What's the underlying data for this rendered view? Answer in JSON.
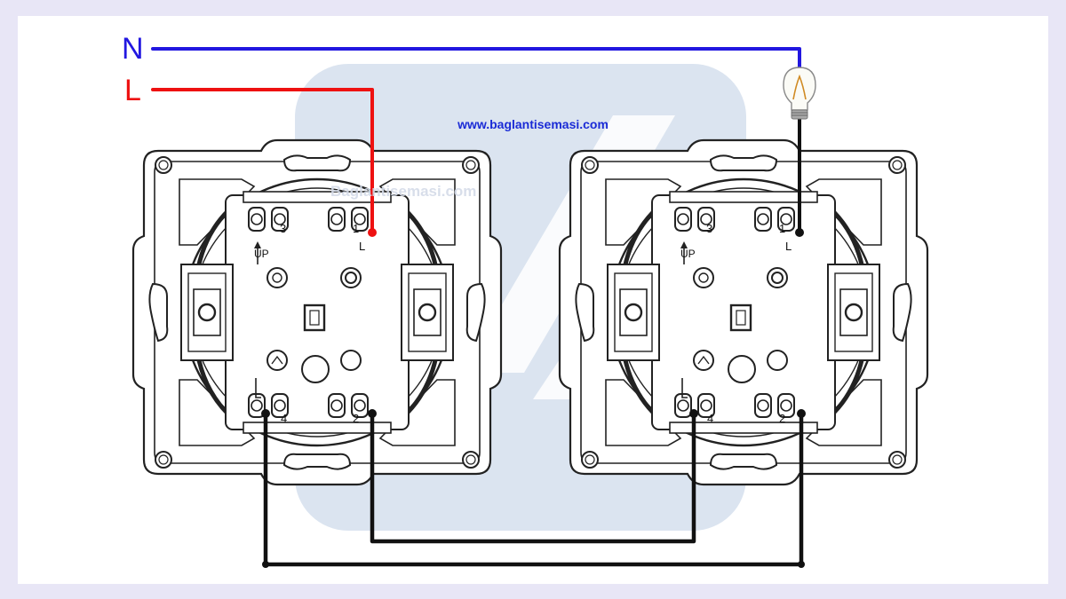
{
  "title_url": "www.baglantisemasi.com",
  "watermark_text": "Baglantisemasi.com",
  "lines": {
    "neutral": {
      "label": "N",
      "color": "#2217e0"
    },
    "live": {
      "label": "L",
      "color": "#ee1111"
    }
  },
  "switch_left": {
    "terminals": [
      "3",
      "1",
      "L",
      "4",
      "2"
    ],
    "direction_label": "UP"
  },
  "switch_right": {
    "terminals": [
      "3",
      "1",
      "L",
      "4",
      "2"
    ],
    "direction_label": "UP"
  },
  "colors": {
    "wire": "#111111",
    "background": "#e8e6f6",
    "logo": "#dbe4f0"
  }
}
